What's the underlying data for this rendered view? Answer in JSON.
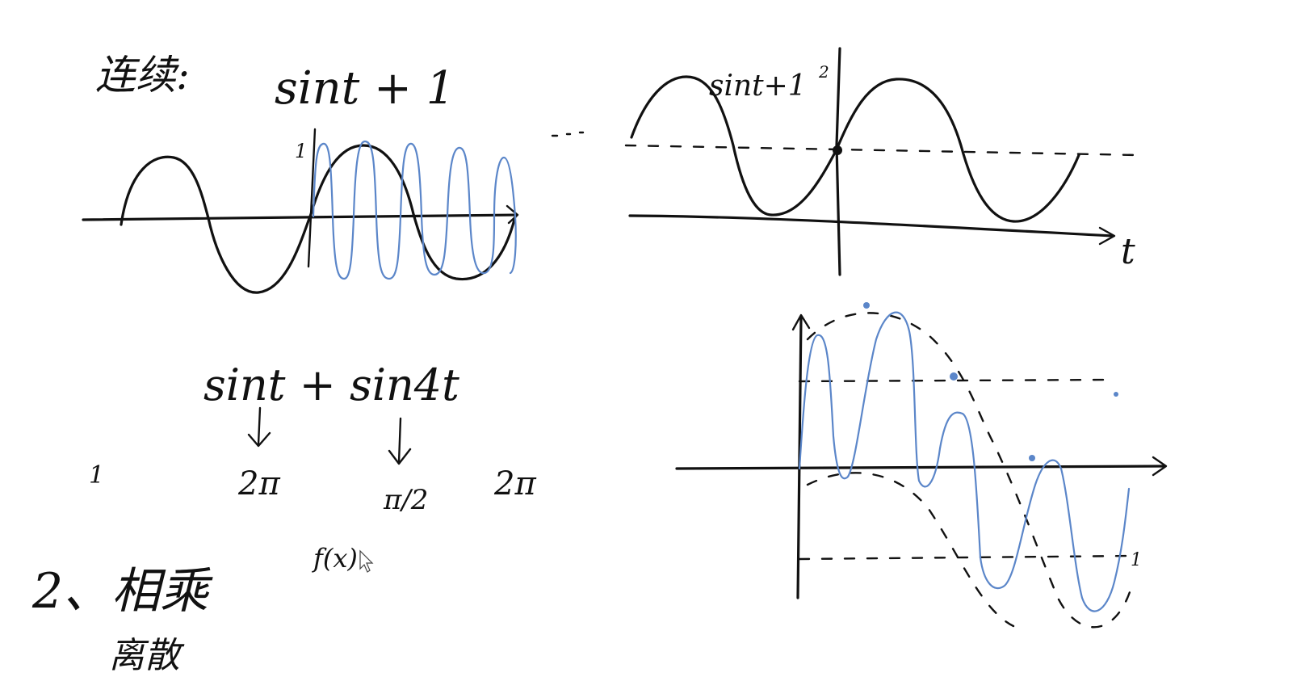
{
  "colors": {
    "ink": "#111111",
    "blue_ink": "#5b86c9",
    "background": "#ffffff"
  },
  "text": {
    "heading_continuous": "连续:",
    "expr_sin_plus_one": "sint + 1",
    "expr_sum": "sint + sin4t",
    "label_graph_right": "sint+1",
    "label_axis_t": "t",
    "label_one": "1",
    "label_2pi_a": "2π",
    "label_pi_over_2": "π/2",
    "label_2pi_b": "2π",
    "label_fx": "f(x)",
    "label_two_tick": "2",
    "section_two": "2、相乘",
    "section_two_sub": "离散"
  }
}
